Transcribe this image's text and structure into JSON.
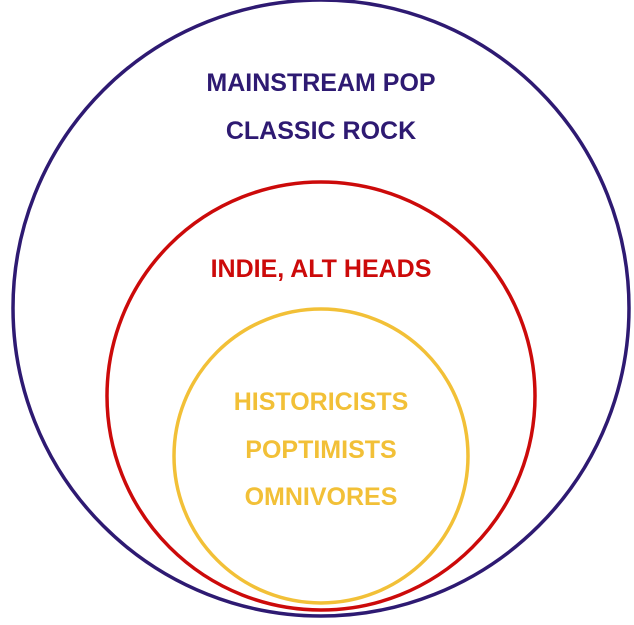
{
  "colors": {
    "outer": "#2e1a72",
    "middle": "#cc0a0a",
    "inner": "#f2c037"
  },
  "outer": {
    "labels": [
      "MAINSTREAM POP",
      "CLASSIC ROCK"
    ]
  },
  "middle": {
    "labels": [
      "INDIE, ALT HEADS"
    ]
  },
  "inner": {
    "labels": [
      "HISTORICISTS",
      "POPTIMISTS",
      "OMNIVORES"
    ]
  }
}
